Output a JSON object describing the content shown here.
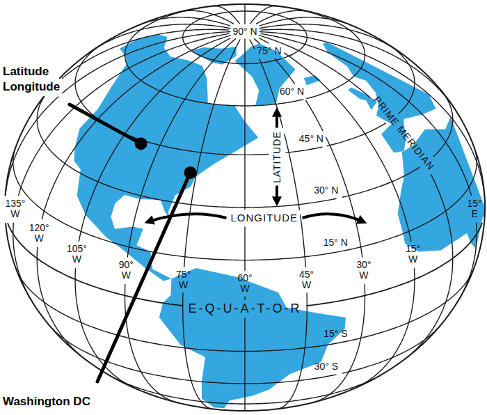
{
  "diagram": {
    "labels": [
      "Latitude",
      "Longitude",
      "Washington DC",
      "90° N",
      "75° N",
      "60° N",
      "45° N",
      "LATITUDE",
      "30° N",
      "135° W",
      "120° W",
      "LONGITUDE",
      "15° N",
      "105° W",
      "90° W",
      "75° W",
      "60° W",
      "45° W",
      "30° W",
      "15° W",
      "15° E",
      "PRIME MERIDIAN",
      "E-Q-U-A-T-O-R",
      "15° S",
      "30° S"
    ]
  }
}
